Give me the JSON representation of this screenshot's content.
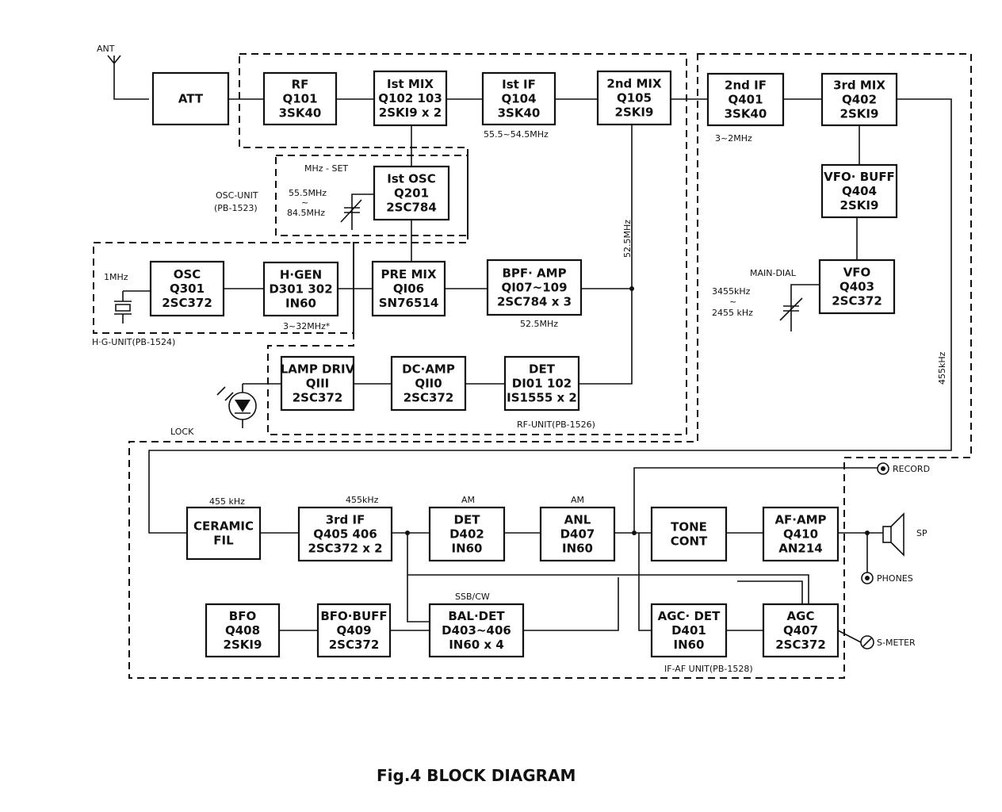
{
  "caption": "Fig.4 BLOCK DIAGRAM",
  "blocks": [
    {
      "id": "att",
      "lines": [
        "ATT"
      ]
    },
    {
      "id": "rf",
      "lines": [
        "RF",
        "Q101",
        "3SK40"
      ]
    },
    {
      "id": "mix1",
      "lines": [
        "Ist MIX",
        "Q102  103",
        "2SKI9 x 2"
      ]
    },
    {
      "id": "if1",
      "lines": [
        "Ist IF",
        "Q104",
        "3SK40"
      ]
    },
    {
      "id": "mix2",
      "lines": [
        "2nd MIX",
        "Q105",
        "2SKI9"
      ]
    },
    {
      "id": "if2",
      "lines": [
        "2nd IF",
        "Q401",
        "3SK40"
      ]
    },
    {
      "id": "mix3",
      "lines": [
        "3rd MIX",
        "Q402",
        "2SKI9"
      ]
    },
    {
      "id": "vfobuff",
      "lines": [
        "VFO· BUFF",
        "Q404",
        "2SKI9"
      ]
    },
    {
      "id": "vfo",
      "lines": [
        "VFO",
        "Q403",
        "2SC372"
      ]
    },
    {
      "id": "osc1",
      "lines": [
        "Ist OSC",
        "Q201",
        "2SC784"
      ]
    },
    {
      "id": "osc",
      "lines": [
        "OSC",
        "Q301",
        "2SC372"
      ]
    },
    {
      "id": "hgen",
      "lines": [
        "H·GEN",
        "D301 302",
        "IN60"
      ]
    },
    {
      "id": "premix",
      "lines": [
        "PRE MIX",
        "QI06",
        "SN76514"
      ]
    },
    {
      "id": "bpf",
      "lines": [
        "BPF· AMP",
        "QI07~109",
        "2SC784 x 3"
      ]
    },
    {
      "id": "lamp",
      "lines": [
        "LAMP DRIV",
        "QIII",
        "2SC372"
      ]
    },
    {
      "id": "dcamp",
      "lines": [
        "DC·AMP",
        "QII0",
        "2SC372"
      ]
    },
    {
      "id": "det1",
      "lines": [
        "DET",
        "DI01  102",
        "IS1555 x 2"
      ]
    },
    {
      "id": "cer",
      "lines": [
        "CERAMIC",
        "FIL"
      ]
    },
    {
      "id": "if3",
      "lines": [
        "3rd IF",
        "Q405 406",
        "2SC372 x 2"
      ]
    },
    {
      "id": "det2",
      "lines": [
        "DET",
        "D402",
        "IN60"
      ]
    },
    {
      "id": "anl",
      "lines": [
        "ANL",
        "D407",
        "IN60"
      ]
    },
    {
      "id": "tone",
      "lines": [
        "TONE",
        "CONT"
      ]
    },
    {
      "id": "afamp",
      "lines": [
        "AF·AMP",
        "Q410",
        "AN214"
      ]
    },
    {
      "id": "bfo",
      "lines": [
        "BFO",
        "Q408",
        "2SKI9"
      ]
    },
    {
      "id": "bfobuff",
      "lines": [
        "BFO·BUFF",
        "Q409",
        "2SC372"
      ]
    },
    {
      "id": "baldet",
      "lines": [
        "BAL·DET",
        "D403~406",
        "IN60 x 4"
      ]
    },
    {
      "id": "agcdet",
      "lines": [
        "AGC· DET",
        "D401",
        "IN60"
      ]
    },
    {
      "id": "agc",
      "lines": [
        "AGC",
        "Q407",
        "2SC372"
      ]
    }
  ],
  "labels": {
    "ant": "ANT",
    "if1_freq": "55.5~54.5MHz",
    "if2_freq": "3~2MHz",
    "mhz_set": "MHz - SET",
    "osc_unit": "OSC-UNIT",
    "osc_unit_pb": "(PB-1523)",
    "osc_hi": "55.5MHz",
    "osc_tilde": "~",
    "osc_lo": "84.5MHz",
    "mix2_vert": "52.5MHz",
    "bpf_freq": "52.5MHz",
    "xtal": "1MHz",
    "hg_freq": "3~32MHz*",
    "hg_unit": "H·G-UNIT(PB-1524)",
    "main_dial": "MAIN-DIAL",
    "vfo_hi": "3455kHz",
    "vfo_tilde": "~",
    "vfo_lo": "2455 kHz",
    "if455_vert": "455kHz",
    "rf_unit": "RF-UNIT(PB-1526)",
    "lock": "LOCK",
    "cer_freq": "455 kHz",
    "if3_freq": "455kHz",
    "am1": "AM",
    "am2": "AM",
    "ssb": "SSB/CW",
    "record": "RECORD",
    "sp": "SP",
    "phones": "PHONES",
    "smeter": "S-METER",
    "ifaf_unit": "IF-AF UNIT(PB-1528)"
  }
}
